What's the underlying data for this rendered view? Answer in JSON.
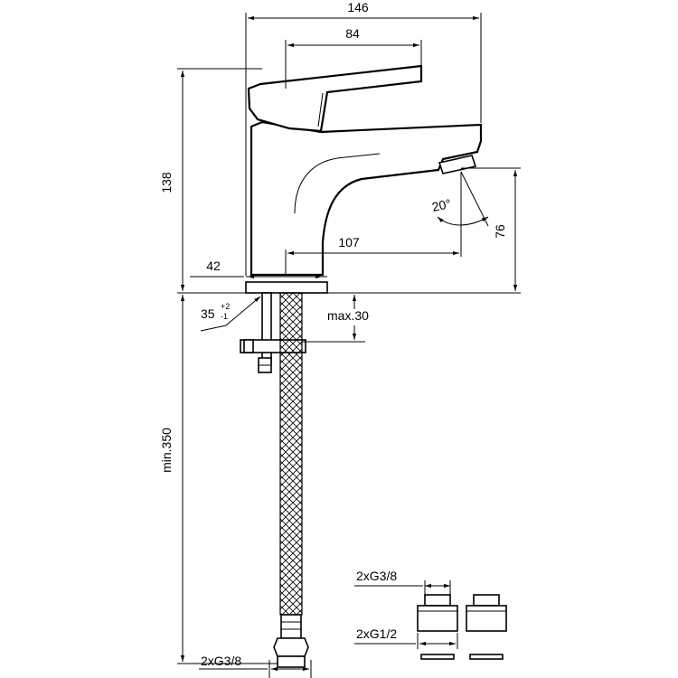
{
  "drawing": {
    "dimensions": {
      "overall_width": "146",
      "lever_length": "84",
      "overall_height": "138",
      "spout_height": "76",
      "spout_reach": "107",
      "base_width": "42",
      "spout_angle": "20°",
      "hole_diameter": "35",
      "hole_tol_upper": "+2",
      "hole_tol_lower": "-1",
      "max_counter_thickness": "max.30",
      "min_hose_length": "min.350",
      "hose_connection": "2xG3/8"
    },
    "adapters": {
      "connection_small": "2xG3/8",
      "connection_large": "2xG1/2"
    }
  }
}
